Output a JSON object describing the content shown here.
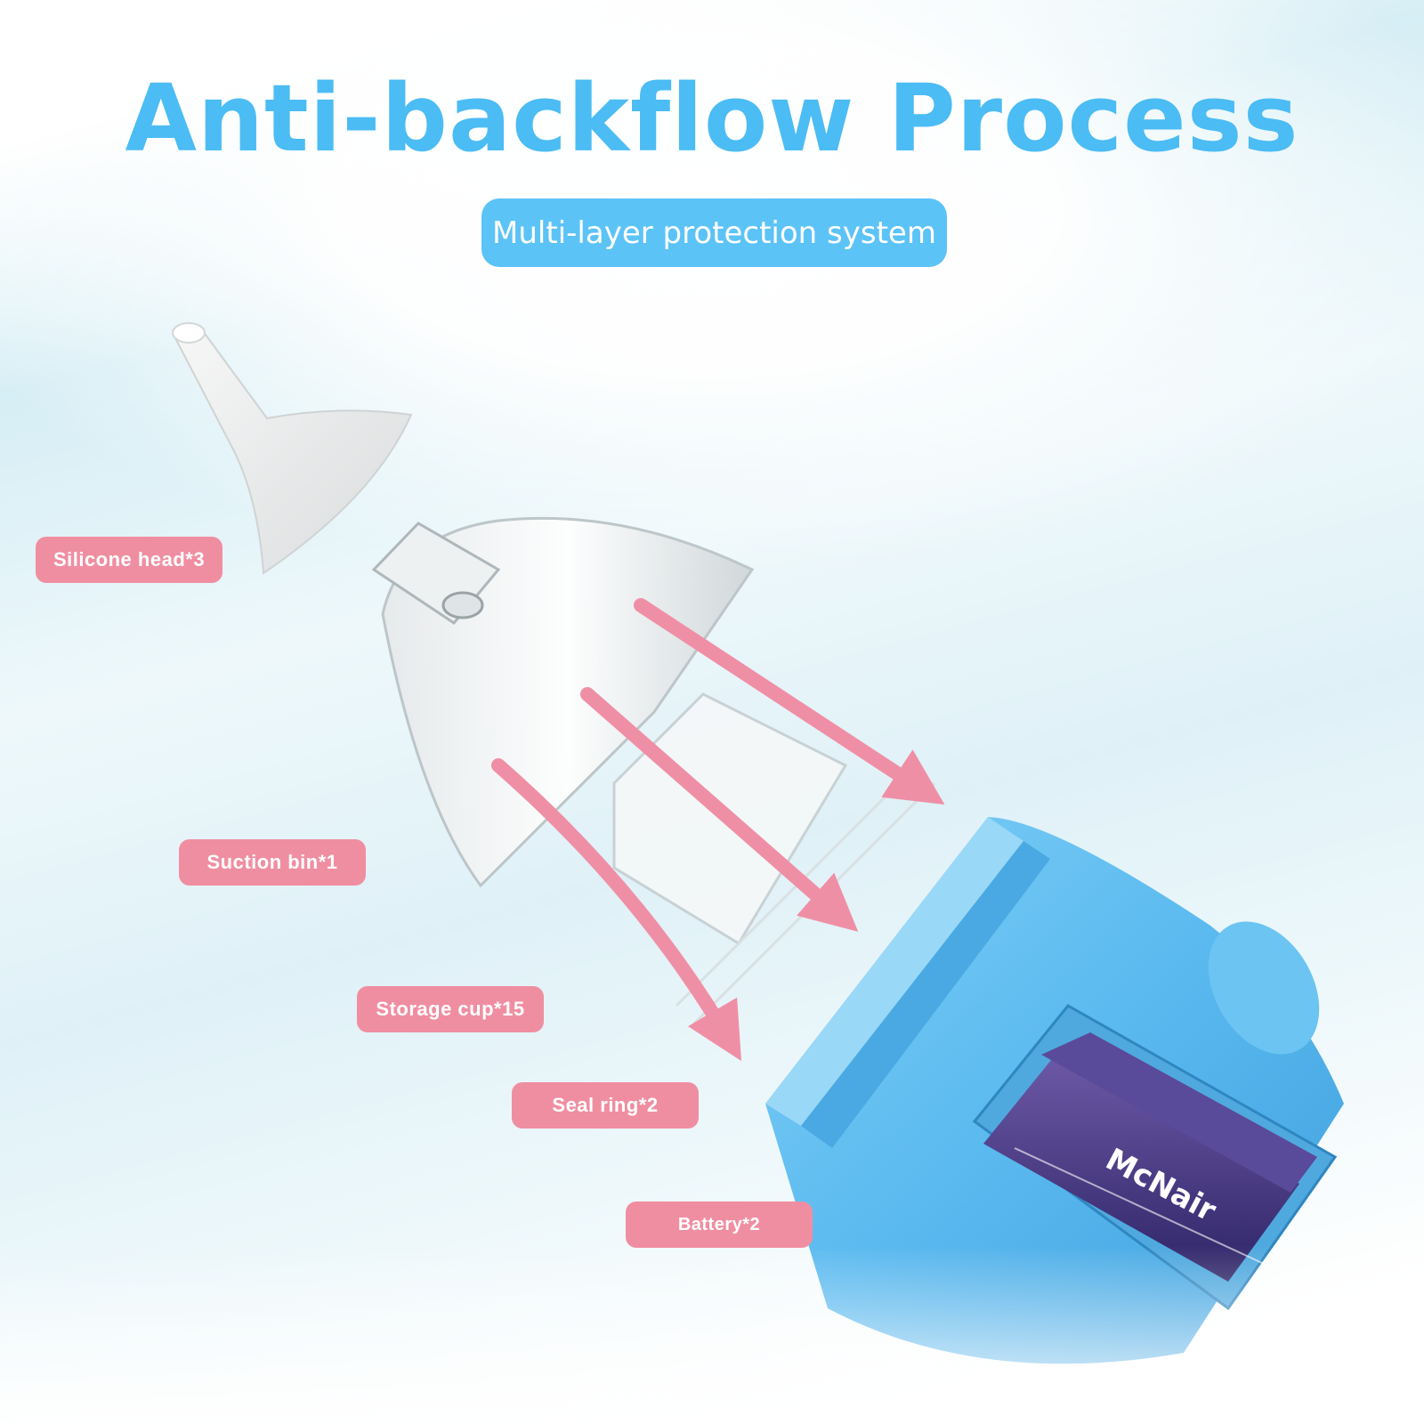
{
  "title": "Anti-backflow Process",
  "subtitle": "Multi-layer protection system",
  "labels": {
    "silicone_head": "Silicone head*3",
    "suction_bin": "Suction bin*1",
    "storage_cup": "Storage cup*15",
    "seal_ring": "Seal ring*2",
    "battery": "Battery*2"
  },
  "battery_brand": "McNair",
  "colors": {
    "title": "#4bbcf4",
    "pill": "#5cc3f7",
    "label": "#f08ea1",
    "arrow": "#ef8fa6",
    "device": "#5ab9ef"
  }
}
